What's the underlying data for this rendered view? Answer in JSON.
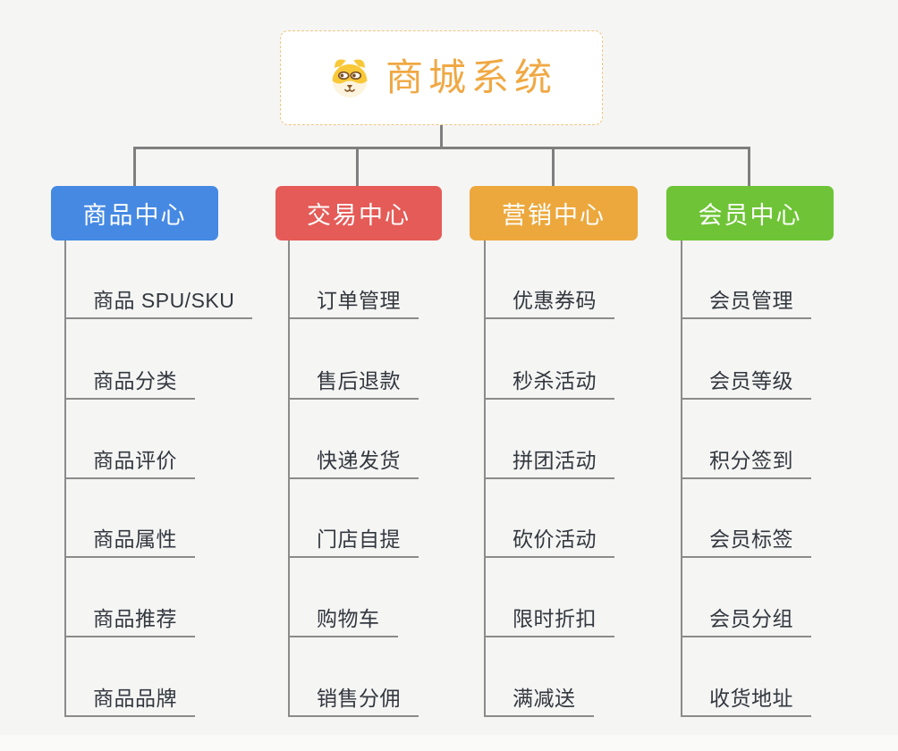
{
  "root": {
    "title": "商城系统",
    "icon": "dog-face-icon"
  },
  "branches": [
    {
      "label": "商品中心",
      "color": "#4589E3",
      "items": [
        "商品 SPU/SKU",
        "商品分类",
        "商品评价",
        "商品属性",
        "商品推荐",
        "商品品牌"
      ]
    },
    {
      "label": "交易中心",
      "color": "#E45B57",
      "items": [
        "订单管理",
        "售后退款",
        "快递发货",
        "门店自提",
        "购物车",
        "销售分佣"
      ]
    },
    {
      "label": "营销中心",
      "color": "#ECA83D",
      "items": [
        "优惠券码",
        "秒杀活动",
        "拼团活动",
        "砍价活动",
        "限时折扣",
        "满减送"
      ]
    },
    {
      "label": "会员中心",
      "color": "#6EC436",
      "items": [
        "会员管理",
        "会员等级",
        "积分签到",
        "会员标签",
        "会员分组",
        "收货地址"
      ]
    }
  ],
  "colors": {
    "background": "#F5F5F4",
    "connector": "#7F7F7F",
    "underline": "#8B8B8B",
    "leaf_text": "#33383F",
    "root_text": "#F0A843",
    "root_border": "#F1C57F"
  }
}
